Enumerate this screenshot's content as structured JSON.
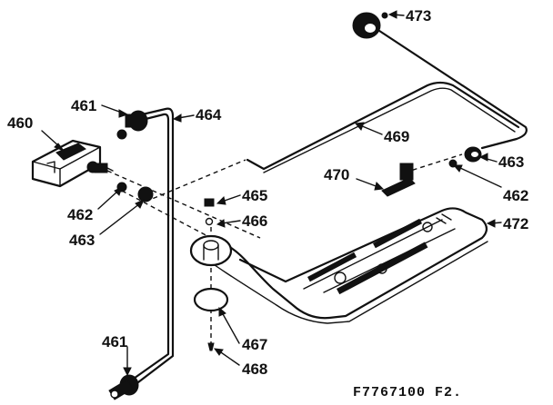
{
  "labels": {
    "p460": "460",
    "p461_top": "461",
    "p464": "464",
    "p469": "469",
    "p473": "473",
    "p463_right": "463",
    "p470": "470",
    "p462_right": "462",
    "p472": "472",
    "p465": "465",
    "p466": "466",
    "p462_left": "462",
    "p463_left": "463",
    "p461_bottom": "461",
    "p467": "467",
    "p468": "468"
  },
  "figure_code": "F7767100 F2."
}
